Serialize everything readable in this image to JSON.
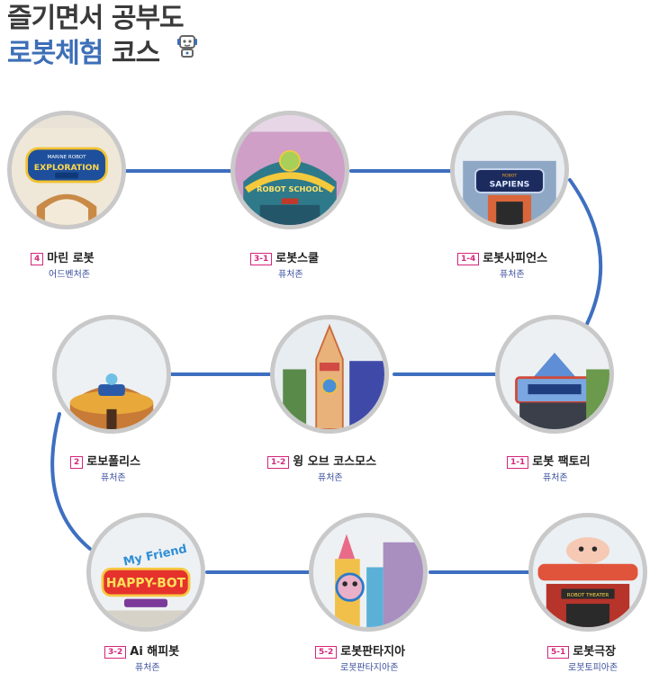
{
  "header": {
    "line1": "즐기면서 공부도",
    "line2_highlight": "로봇체험",
    "line2_rest": "코스"
  },
  "stops": [
    {
      "badge": "4",
      "name": "마린 로봇",
      "zone": "어드벤처존",
      "sign": "EXPLORATION",
      "sign_top": "MARINE ROBOT"
    },
    {
      "badge": "3-1",
      "name": "로봇스쿨",
      "zone": "퓨처존",
      "sign": "ROBOT SCHOOL"
    },
    {
      "badge": "1-4",
      "name": "로봇사피언스",
      "zone": "퓨처존",
      "sign": "SAPIENS",
      "sign_top": "ROBOT"
    },
    {
      "badge": "2",
      "name": "로보폴리스",
      "zone": "퓨처존"
    },
    {
      "badge": "1-2",
      "name": "윙 오브 코스모스",
      "zone": "퓨처존"
    },
    {
      "badge": "1-1",
      "name": "로봇 팩토리",
      "zone": "퓨처존"
    },
    {
      "badge": "3-2",
      "name": "Ai 해피봇",
      "zone": "퓨처존",
      "sign": "HAPPY-BOT",
      "sign_top": "My Friend"
    },
    {
      "badge": "5-2",
      "name": "로봇판타지아",
      "zone": "로봇판타지아존"
    },
    {
      "badge": "5-1",
      "name": "로봇극장",
      "zone": "로봇토피아존",
      "sign": "ROBOT THEATER"
    }
  ],
  "colors": {
    "route": "#3e6fc0",
    "badge": "#d6257a",
    "zone_text": "#3b4f9c",
    "title_highlight": "#3d6fb7"
  },
  "icons": [
    "robot-icon"
  ]
}
